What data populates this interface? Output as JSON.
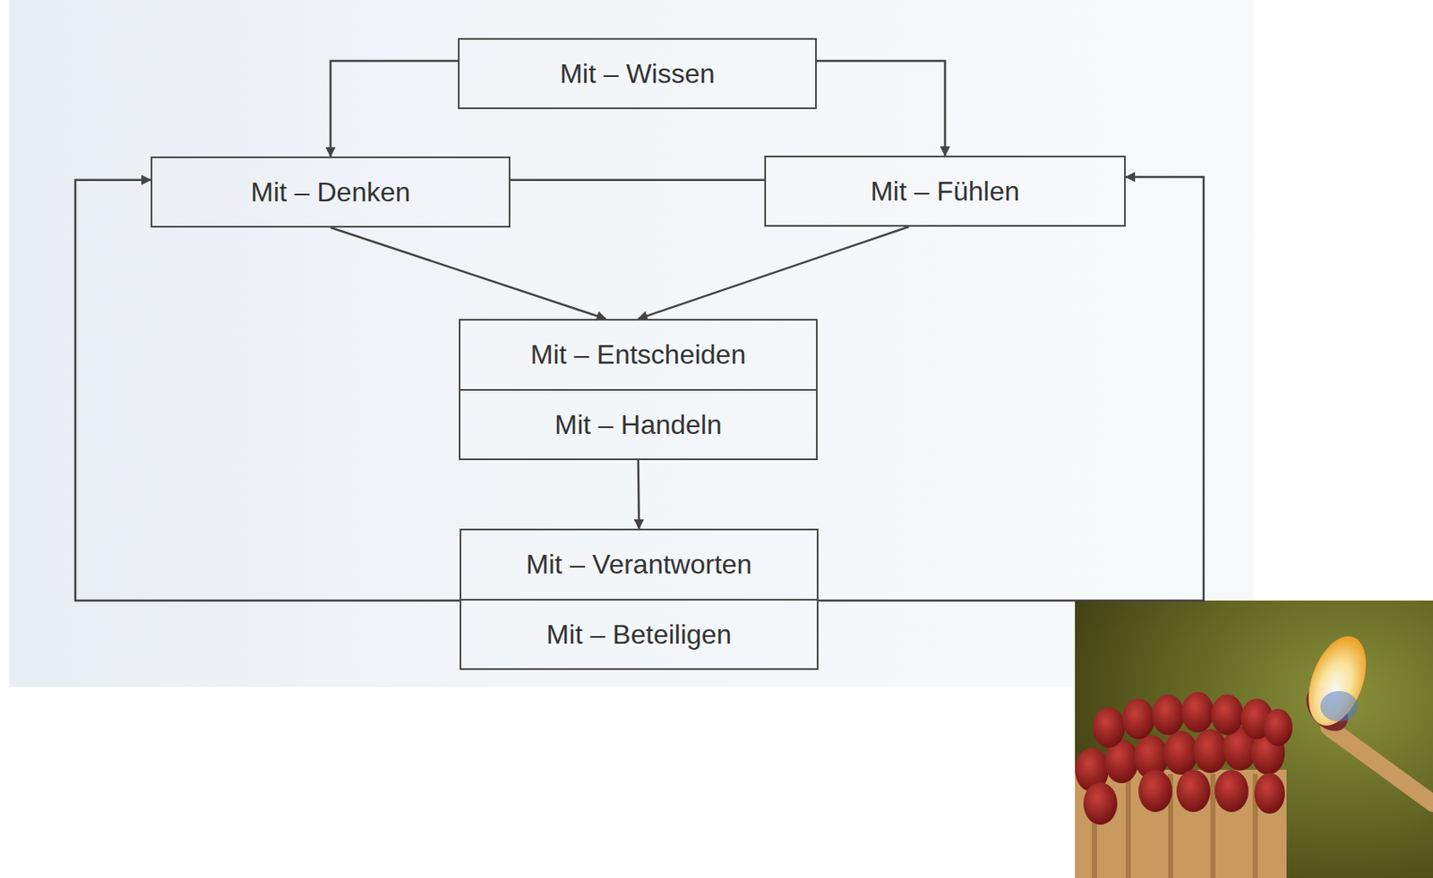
{
  "diagram": {
    "nodes": [
      {
        "text": [
          "Mit – Wissen"
        ]
      },
      {
        "text": [
          "Mit – Denken"
        ]
      },
      {
        "text": [
          "Mit – Fühlen"
        ]
      },
      {
        "text": [
          "Mit – Entscheiden"
        ]
      },
      {
        "text": [
          "Mit – Handeln"
        ]
      },
      {
        "text": [
          "Mit – Verantworten"
        ]
      },
      {
        "text": [
          "Mit – Beteiligen"
        ]
      }
    ],
    "edges": [
      {
        "from": 0,
        "to": 1,
        "arrow": "to"
      },
      {
        "from": 0,
        "to": 2,
        "arrow": "to"
      },
      {
        "from": 1,
        "to": 2,
        "arrow": "none"
      },
      {
        "from": 1,
        "to": 3,
        "arrow": "to"
      },
      {
        "from": 2,
        "to": 3,
        "arrow": "to"
      },
      {
        "from": 4,
        "to": 5,
        "arrow": "to"
      },
      {
        "from": 5,
        "to": 1,
        "arrow": "to"
      },
      {
        "from": 5,
        "to": 2,
        "arrow": "to"
      }
    ]
  }
}
